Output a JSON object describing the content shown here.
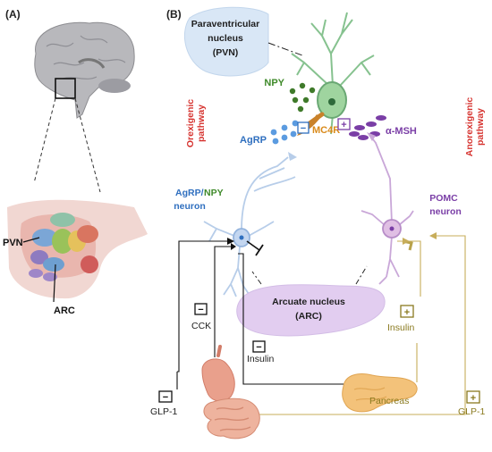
{
  "panels": {
    "a": "(A)",
    "b": "(B)"
  },
  "panel_a": {
    "pvn": "PVN",
    "arc": "ARC"
  },
  "pvn_region": {
    "line1": "Paraventricular",
    "line2": "nucleus",
    "line3": "(PVN)"
  },
  "arc_region": {
    "line1": "Arcuate nucleus",
    "line2": "(ARC)"
  },
  "pathways": {
    "orexigenic_1": "Orexigenic",
    "orexigenic_2": "pathway",
    "anorexigenic_1": "Anorexigenic",
    "anorexigenic_2": "pathway"
  },
  "molecules": {
    "npy": "NPY",
    "agrp": "AgRP",
    "mc4r": "MC4R",
    "amsh": "α-MSH"
  },
  "signs": {
    "minus": "−",
    "plus": "+"
  },
  "neurons": {
    "agrp_part": "AgRP/",
    "npy_part": "NPY",
    "neuron": "neuron",
    "pomc": "POMC",
    "pomc_neuron": "neuron"
  },
  "hormones": {
    "cck": "CCK",
    "insulin_inhib": "Insulin",
    "insulin_stim": "Insulin",
    "glp1_inhib": "GLP-1",
    "glp1_stim": "GLP-1"
  },
  "organs": {
    "pancreas": "Pancreas"
  },
  "colors": {
    "green": "#3f8a2a",
    "blue": "#2f6fbf",
    "purple": "#7a3ea6",
    "red": "#d6332f",
    "orange": "#e08a1a",
    "olive": "#8a7a1f",
    "dark": "#222222"
  }
}
